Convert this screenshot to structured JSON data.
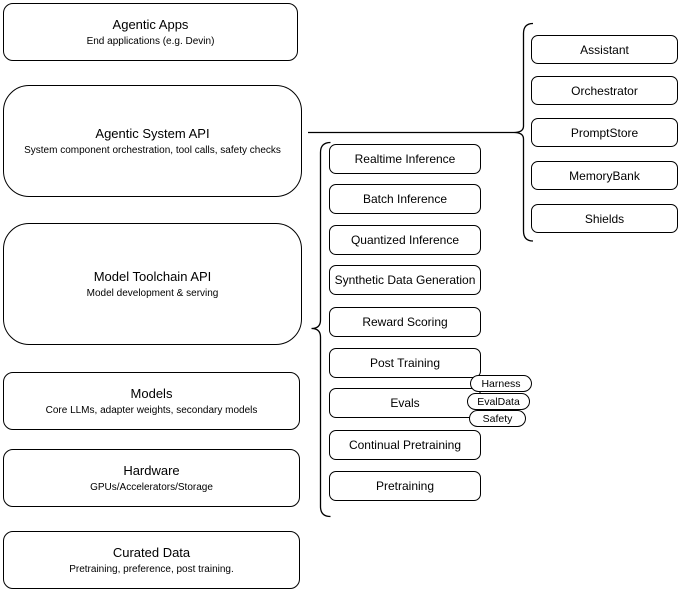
{
  "diagram": {
    "left_stack": [
      {
        "title": "Agentic Apps",
        "subtitle": "End applications (e.g. Devin)"
      },
      {
        "title": "Agentic System API",
        "subtitle": "System component orchestration, tool calls, safety checks"
      },
      {
        "title": "Model Toolchain API",
        "subtitle": "Model development & serving"
      },
      {
        "title": "Models",
        "subtitle": "Core LLMs, adapter weights, secondary models"
      },
      {
        "title": "Hardware",
        "subtitle": "GPUs/Accelerators/Storage"
      },
      {
        "title": "Curated Data",
        "subtitle": "Pretraining, preference, post training."
      }
    ],
    "toolchain_services": [
      {
        "label": "Realtime Inference"
      },
      {
        "label": "Batch Inference"
      },
      {
        "label": "Quantized Inference"
      },
      {
        "label": "Synthetic Data Generation"
      },
      {
        "label": "Reward Scoring"
      },
      {
        "label": "Post Training"
      },
      {
        "label": "Evals"
      },
      {
        "label": "Continual Pretraining"
      },
      {
        "label": "Pretraining"
      }
    ],
    "eval_tags": [
      {
        "label": "Harness"
      },
      {
        "label": "EvalData"
      },
      {
        "label": "Safety"
      }
    ],
    "system_components": [
      {
        "label": "Assistant"
      },
      {
        "label": "Orchestrator"
      },
      {
        "label": "PromptStore"
      },
      {
        "label": "MemoryBank"
      },
      {
        "label": "Shields"
      }
    ],
    "colors": {
      "stroke": "#000000",
      "node_fill": "#ffffff",
      "background": "#ffffff"
    }
  }
}
